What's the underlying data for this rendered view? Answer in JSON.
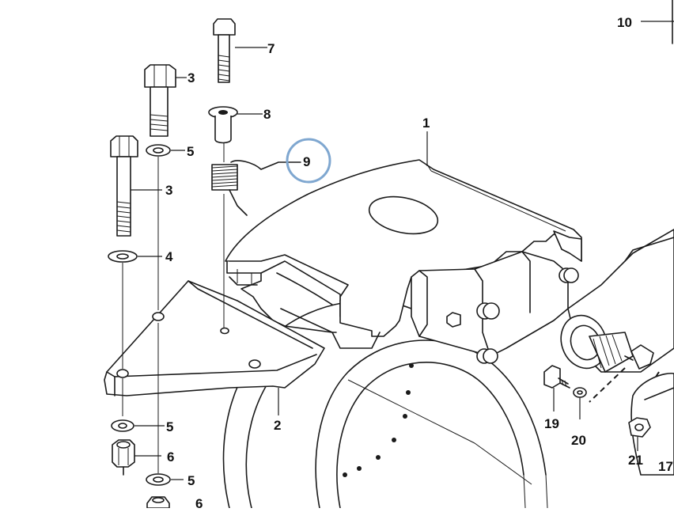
{
  "callouts": [
    {
      "id": "c1",
      "label": "1"
    },
    {
      "id": "c2",
      "label": "2"
    },
    {
      "id": "c3a",
      "label": "3"
    },
    {
      "id": "c3b",
      "label": "3"
    },
    {
      "id": "c4",
      "label": "4"
    },
    {
      "id": "c5a",
      "label": "5"
    },
    {
      "id": "c5b",
      "label": "5"
    },
    {
      "id": "c5c",
      "label": "5"
    },
    {
      "id": "c6a",
      "label": "6"
    },
    {
      "id": "c6b",
      "label": "6"
    },
    {
      "id": "c7",
      "label": "7"
    },
    {
      "id": "c8",
      "label": "8"
    },
    {
      "id": "c9",
      "label": "9"
    },
    {
      "id": "c10",
      "label": "10"
    },
    {
      "id": "c17",
      "label": "17"
    },
    {
      "id": "c19",
      "label": "19"
    },
    {
      "id": "c20",
      "label": "20"
    },
    {
      "id": "c21",
      "label": "21"
    }
  ],
  "highlight": {
    "target": "9",
    "color": "#7fa7d0"
  },
  "colors": {
    "ink": "#1a1a1a",
    "paper": "#ffffff"
  }
}
